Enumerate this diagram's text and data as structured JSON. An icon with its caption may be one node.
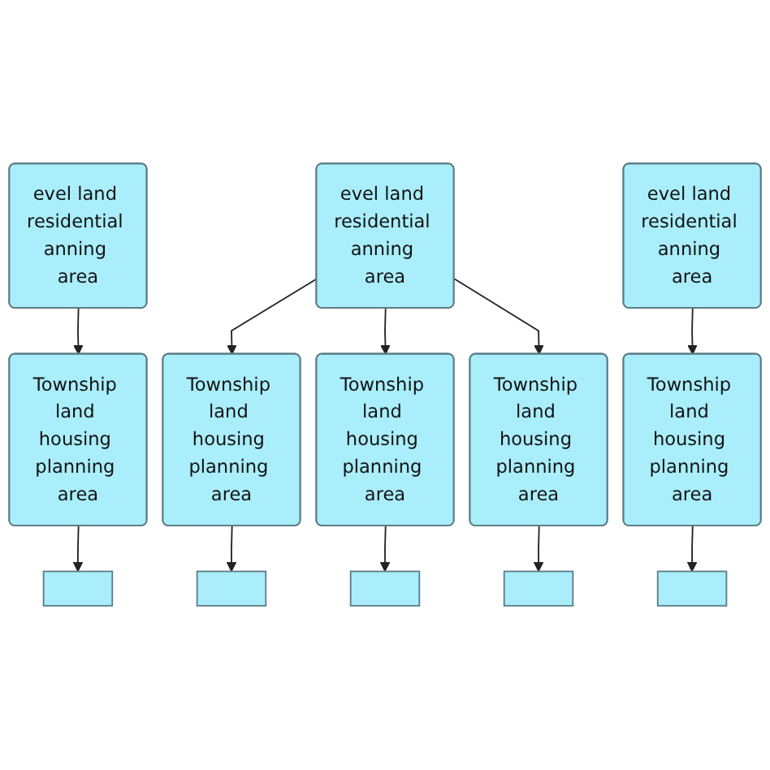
{
  "diagram": {
    "nodes": [
      {
        "text": [
          "evel land residential anning area"
        ]
      },
      {
        "text": [
          "evel land residential anning area"
        ]
      },
      {
        "text": [
          "evel land residential anning area"
        ]
      },
      {
        "text": [
          "Township land housing planning area"
        ]
      },
      {
        "text": [
          "Township land housing planning area"
        ]
      },
      {
        "text": [
          "Township land housing planning area"
        ]
      },
      {
        "text": [
          "Township land housing planning area"
        ]
      },
      {
        "text": [
          "Township land housing planning area"
        ]
      },
      {
        "text": [],
        "shape": "box"
      },
      {
        "text": [],
        "shape": "box"
      },
      {
        "text": [],
        "shape": "box"
      },
      {
        "text": [],
        "shape": "box"
      },
      {
        "text": [],
        "shape": "box"
      }
    ],
    "edges": [
      {
        "from": 0,
        "to": 3,
        "arrow": "to"
      },
      {
        "from": 1,
        "to": 4,
        "arrow": "to"
      },
      {
        "from": 1,
        "to": 5,
        "arrow": "to"
      },
      {
        "from": 1,
        "to": 6,
        "arrow": "to"
      },
      {
        "from": 2,
        "to": 7,
        "arrow": "to"
      },
      {
        "from": 3,
        "to": 8,
        "arrow": "to"
      },
      {
        "from": 4,
        "to": 9,
        "arrow": "to"
      },
      {
        "from": 5,
        "to": 10,
        "arrow": "to"
      },
      {
        "from": 6,
        "to": 11,
        "arrow": "to"
      },
      {
        "from": 7,
        "to": 12,
        "arrow": "to"
      }
    ]
  }
}
